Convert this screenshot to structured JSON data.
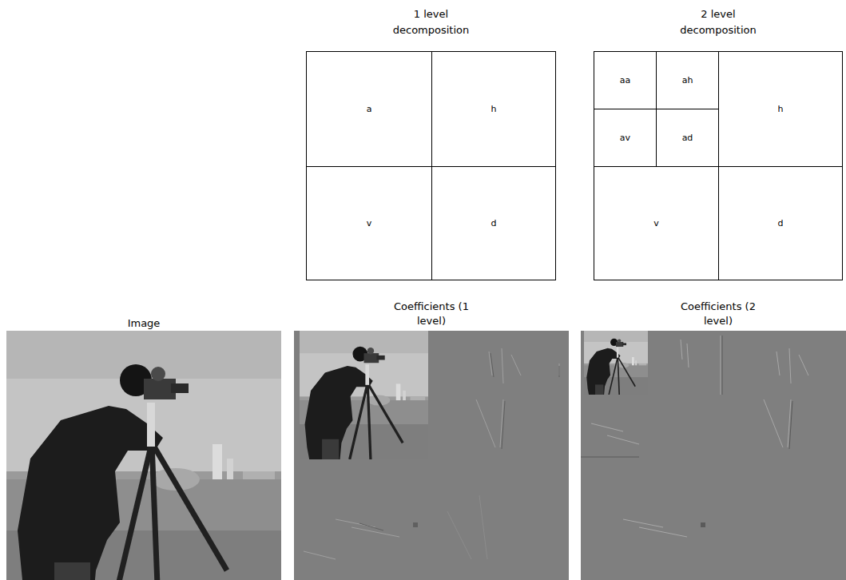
{
  "diagram": {
    "nodes": [
      {
        "text": [
          "1 level decomposition"
        ]
      },
      {
        "text": [
          "a"
        ],
        "in": 0
      },
      {
        "text": [
          "h"
        ],
        "in": 0
      },
      {
        "text": [
          "v"
        ],
        "in": 0
      },
      {
        "text": [
          "d"
        ],
        "in": 0
      },
      {
        "text": [
          "2 level decomposition"
        ]
      },
      {
        "text": [
          "aa"
        ],
        "in": 5
      },
      {
        "text": [
          "ah"
        ],
        "in": 5
      },
      {
        "text": [
          "av"
        ],
        "in": 5
      },
      {
        "text": [
          "ad"
        ],
        "in": 5
      },
      {
        "text": [
          "h"
        ],
        "in": 5
      },
      {
        "text": [
          "v"
        ],
        "in": 5
      },
      {
        "text": [
          "d"
        ],
        "in": 5
      },
      {
        "text": [
          "Image"
        ]
      },
      {
        "text": [
          "Coefficients (1 level)"
        ]
      },
      {
        "text": [
          "Coefficients (2 level)"
        ]
      }
    ],
    "edges": []
  }
}
